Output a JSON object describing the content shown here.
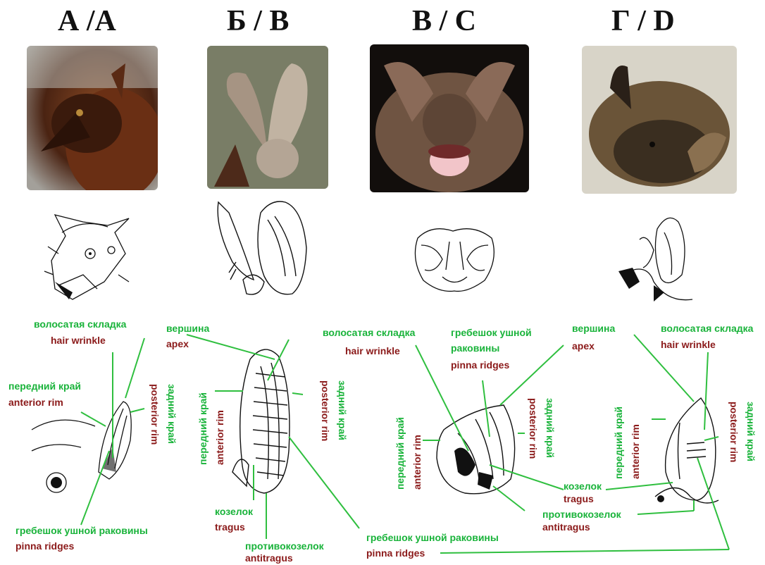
{
  "headings": {
    "a": "А /А",
    "b": "Б / B",
    "c": "В / C",
    "d": "Г / D"
  },
  "labels": {
    "hair_wrinkle_ru": "волосатая складка",
    "hair_wrinkle_en": "hair wrinkle",
    "apex_ru": "вершина",
    "apex_en": "apex",
    "anterior_ru": "передний край",
    "anterior_en": "anterior rim",
    "posterior_ru": "задний край",
    "posterior_en": "posterior rim",
    "pinna_ru": "гребешок ушной раковины",
    "pinna_en": "pinna ridges",
    "pinna_ru_line1": "гребешок ушной",
    "pinna_ru_line2": "раковины",
    "tragus_ru": "козелок",
    "tragus_en": "tragus",
    "antitragus_ru": "противокозелок",
    "antitragus_en": "antitragus"
  },
  "colors": {
    "russian_label": "#19b33a",
    "english_label": "#8b1a1a",
    "leader_line": "#2fbf3f"
  }
}
